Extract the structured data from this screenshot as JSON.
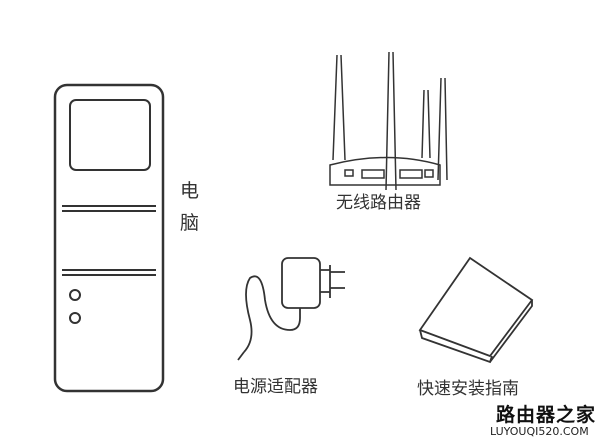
{
  "items": {
    "computer": {
      "label_line1": "电",
      "label_line2": "脑"
    },
    "router": {
      "label": "无线路由器"
    },
    "adapter": {
      "label": "电源适配器"
    },
    "manual": {
      "label": "快速安装指南"
    }
  },
  "watermark": {
    "title": "路由器之家",
    "url": "LUYOUQI520.COM"
  }
}
